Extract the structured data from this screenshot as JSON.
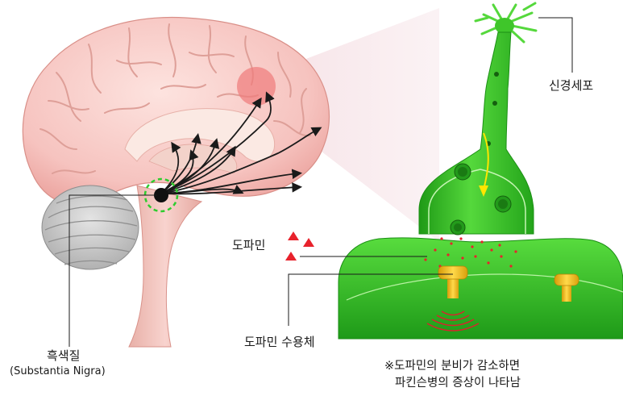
{
  "labels": {
    "neuron": "신경세포",
    "dopamine": "도파민",
    "receptor": "도파민 수용체",
    "substantia_ko": "흑색질",
    "substantia_en": "(Substantia Nigra)"
  },
  "note": {
    "line1": "※도파민의 분비가 감소하면",
    "line2": "파킨슨병의 증상이 나타남"
  },
  "colors": {
    "brain_pink": "#f6c3bf",
    "neuron_green": "#3fc62a",
    "dopamine_red": "#e8222c",
    "receptor_yellow": "#f2c21a"
  }
}
